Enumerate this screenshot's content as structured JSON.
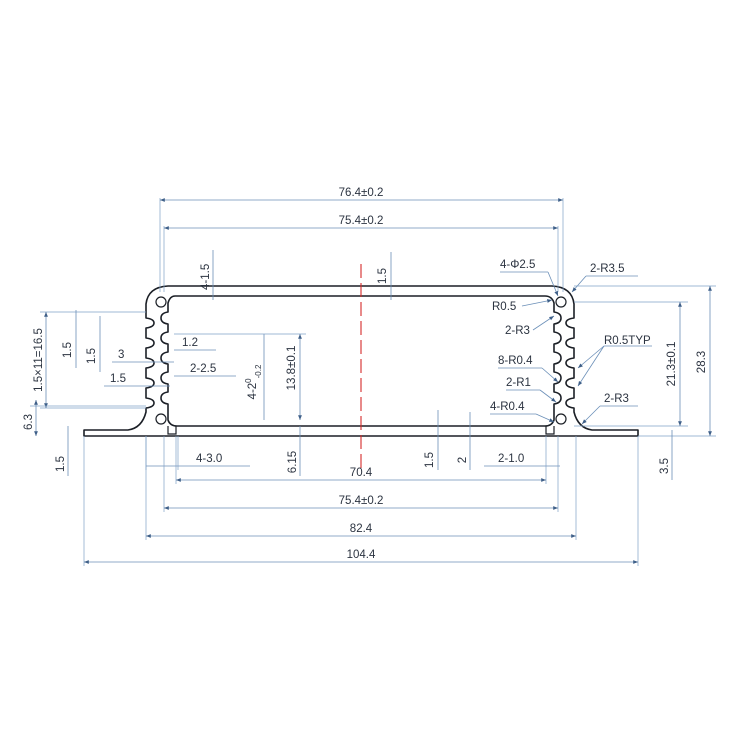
{
  "dimensions": {
    "overall_top": "76.4±0.2",
    "inner_top": "75.4±0.2",
    "wall_top": "1.5",
    "left_wall": "4-1.5",
    "holes": "4-Φ2.5",
    "outer_radius": "2-R3.5",
    "r05": "R0.5",
    "r3": "2-R3",
    "r05typ": "R0.5TYP",
    "r04_8": "8-R0.4",
    "r1": "2-R1",
    "r04_4": "4-R0.4",
    "r3_lower": "2-R3",
    "height_inner": "21.3±0.1",
    "height_total": "28.3",
    "fin_stack": "1.5×11=16.5",
    "fin_pitch_a": "1.5",
    "fin_pitch_b": "1.5",
    "fin_depth": "3",
    "fin_gap": "1.2",
    "fin_width": "2-2.5",
    "fin_thick": "1.5",
    "slot_height_main": "4-2",
    "slot_height_sup": "0",
    "slot_height_sub": "-0.2",
    "slot_span": "13.8±0.1",
    "flange_height": "6.3",
    "flange_thick_left": "1.5",
    "flange_thick_right": "3.5",
    "slot_width": "4-3.0",
    "offset_615": "6.15",
    "mid_15": "1.5",
    "mid_2": "2",
    "slot_right": "2-1.0",
    "bottom_inner": "70.4",
    "bottom_754": "75.4±0.2",
    "bottom_824": "82.4",
    "bottom_overall": "104.4"
  }
}
